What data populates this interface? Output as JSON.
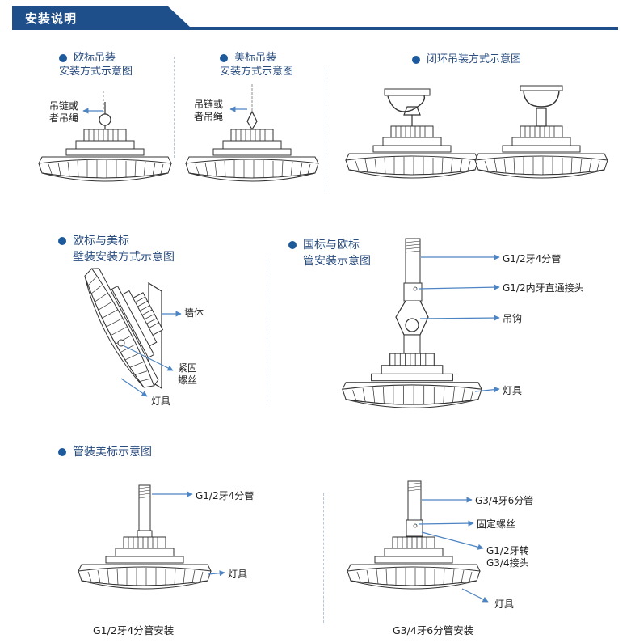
{
  "header": {
    "title": "安装说明",
    "accent": "#1e4f8a"
  },
  "panels": {
    "eu_hang": {
      "title_line1": "欧标吊装",
      "title_line2": "安装方式示意图",
      "label": [
        "吊链或",
        "者吊绳"
      ]
    },
    "us_hang": {
      "title_line1": "美标吊装",
      "title_line2": "安装方式示意图",
      "label": [
        "吊链或",
        "者吊绳"
      ]
    },
    "closed_loop": {
      "title": "闭环吊装方式示意图"
    },
    "wall": {
      "title_line1": "欧标与美标",
      "title_line2": "壁装安装方式示意图",
      "wall_label": "墙体",
      "screw_label": [
        "紧固",
        "螺丝"
      ],
      "fixture_label": "灯具"
    },
    "gb_pipe": {
      "title_line1": "国标与欧标",
      "title_line2": "管安装示意图",
      "labels": {
        "pipe": "G1/2牙4分管",
        "adapter": "G1/2内牙直通接头",
        "hook": "吊钩",
        "fixture": "灯具"
      }
    },
    "pipe_us": {
      "title": "管装美标示意图",
      "left": {
        "pipe": "G1/2牙4分管",
        "fixture": "灯具",
        "caption": "G1/2牙4分管安装"
      },
      "right": {
        "pipe": "G3/4牙6分管",
        "screw": "固定螺丝",
        "adapter": [
          "G1/2牙转",
          "G3/4接头"
        ],
        "fixture": "灯具",
        "caption": "G3/4牙6分管安装"
      }
    }
  }
}
